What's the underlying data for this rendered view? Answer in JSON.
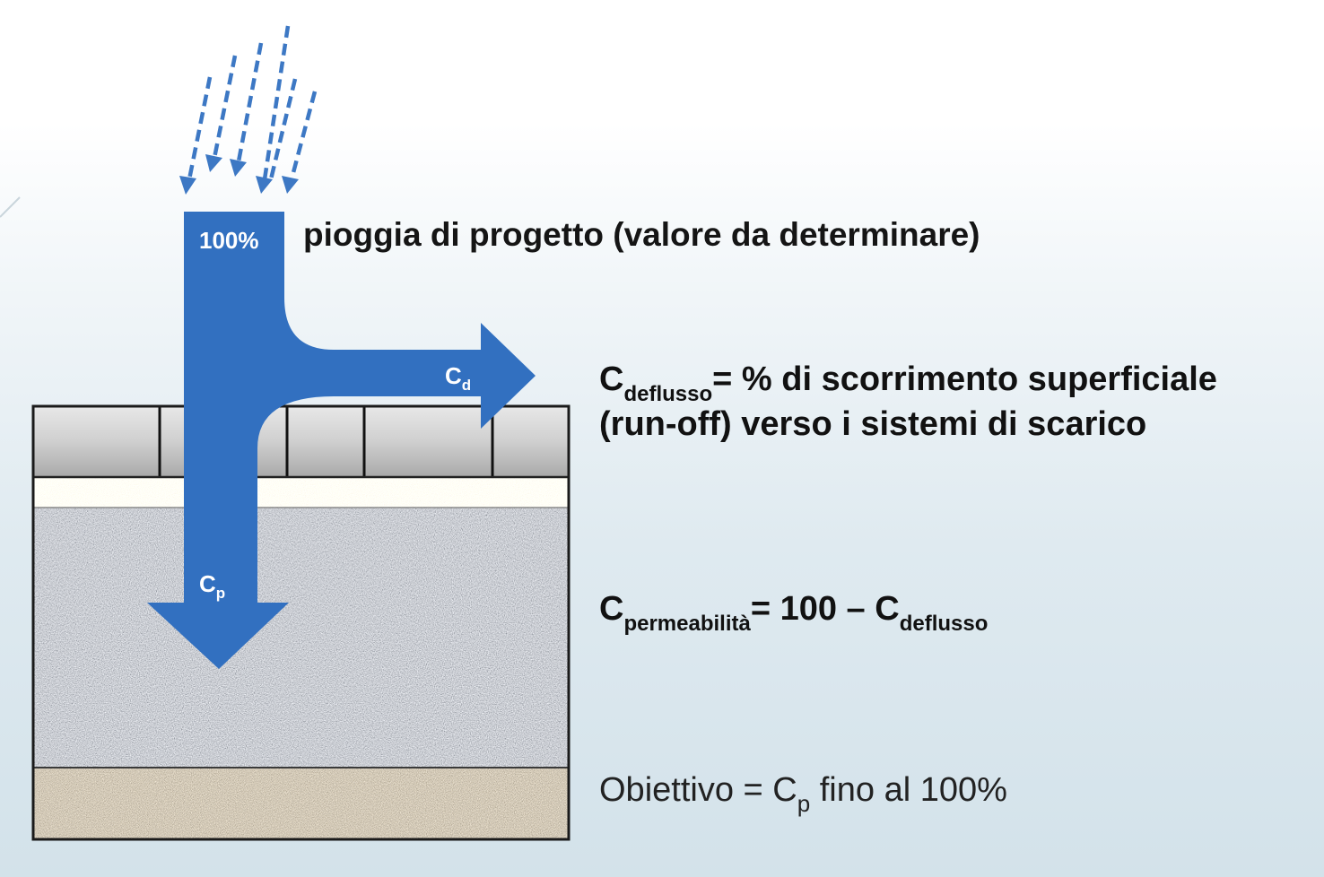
{
  "rain": {
    "percent_label": "100%",
    "description": "pioggia di progetto (valore da determinare)"
  },
  "runoff": {
    "arrow_label_main": "C",
    "arrow_label_sub": "d",
    "line1_symbol": "C",
    "line1_subscript": "deflusso",
    "line1_rest": "= % di scorrimento superficiale",
    "line2": "(run-off) verso i sistemi di scarico"
  },
  "permeability": {
    "arrow_label_main": "C",
    "arrow_label_sub": "p",
    "formula_symbol": "C",
    "formula_subscript": "permeabilità",
    "formula_middle": "= 100 – C",
    "formula_subscript2": "deflusso"
  },
  "objective": {
    "prefix": "Obiettivo = C",
    "subscript": "p",
    "suffix": " fino al 100%"
  },
  "colors": {
    "flow_arrow": "#3270c0",
    "rain_arrows": "#3d78c4",
    "paving_stone": "#c8c8c8",
    "sand_bed": "#e1d8c8",
    "gravel_base": "#9ea2a8",
    "subsoil": "#8f857a"
  }
}
